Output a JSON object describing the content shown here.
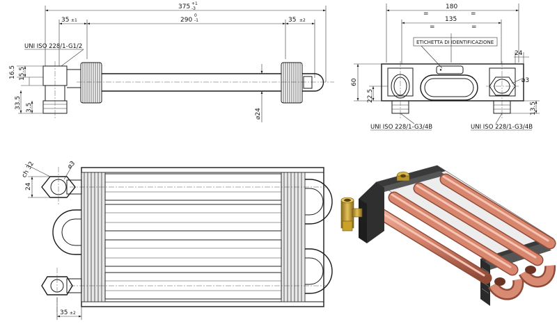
{
  "top_view": {
    "overall_length": "375",
    "overall_length_tol_upper": "+1",
    "overall_length_tol_lower": "-3",
    "left_offset": "35",
    "left_offset_tol": "±1",
    "center_distance": "290",
    "center_distance_tol_upper": "0",
    "center_distance_tol_lower": "-1",
    "right_offset": "35",
    "right_offset_tol": "±2",
    "connection_label": "UNI ISO 228/1-G1/2",
    "dim_16_5": "16.5",
    "dim_15_5": "15.5",
    "dim_33_5": "33.5",
    "dim_3_5": "3.5",
    "tube_diameter": "⌀24"
  },
  "side_view": {
    "width": "180",
    "inner_width": "135",
    "equal_mark": "=",
    "label_tag": "ETICHETTA DI IDENTIFICAZIONE",
    "dim_24": "24",
    "diameter_3": "⌀3",
    "height": "60",
    "dim_22_5": "22.5",
    "dim_13_5": "13.5",
    "connection_left": "UNI ISO 228/1-G3/4B",
    "connection_right": "UNI ISO 228/1-G3/4B"
  },
  "front_view": {
    "hex_size": "ch 32",
    "diameter_3": "⌀3",
    "dim_24": "24",
    "bottom_offset": "35",
    "bottom_offset_tol": "±2"
  },
  "iso_view": {
    "tube_color": "#d9866f",
    "fin_color": "#3a3a3a",
    "fitting_color": "#c9a227"
  }
}
